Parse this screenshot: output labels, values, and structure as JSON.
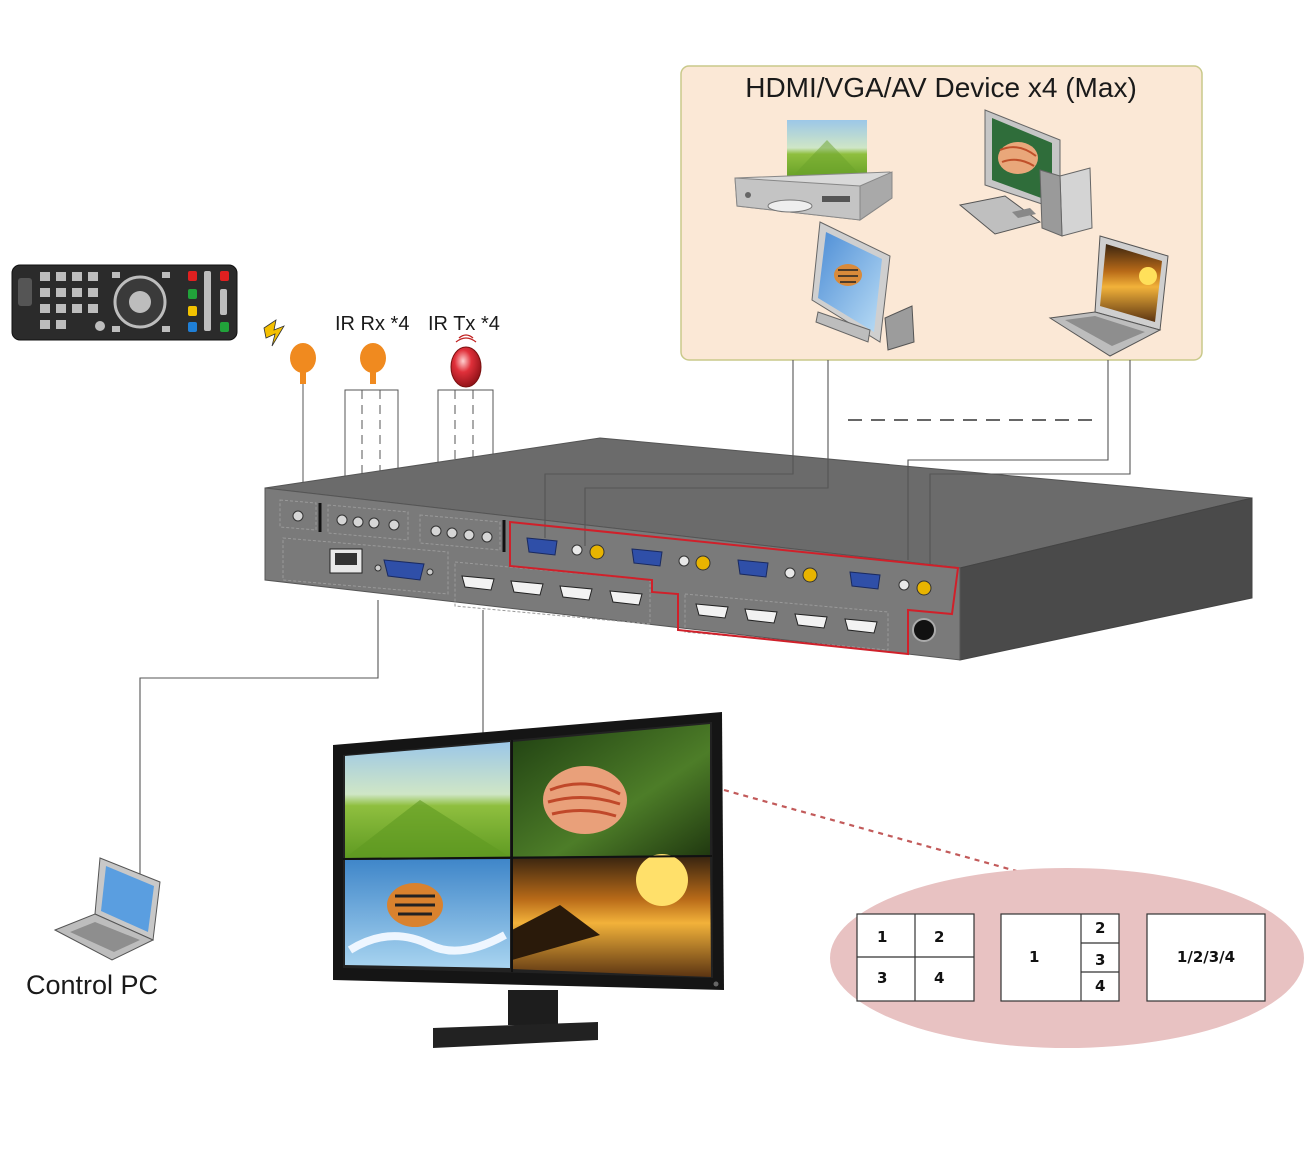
{
  "sources": {
    "title": "HDMI/VGA/AV Device x4 (Max)",
    "devices": [
      "dvd-player",
      "desktop-pc",
      "lcd-monitor",
      "laptop"
    ]
  },
  "ir": {
    "rx_label": "IR Rx *4",
    "tx_label": "IR Tx *4"
  },
  "control": {
    "label": "Control PC"
  },
  "layouts": {
    "quad": [
      "1",
      "2",
      "3",
      "4"
    ],
    "pip": [
      "1",
      "2",
      "3",
      "4"
    ],
    "full": "1/2/3/4"
  },
  "colors": {
    "panel_bg": "#fbe8d6",
    "panel_border": "#c9c98a",
    "chassis": "#6b6b6b",
    "highlight": "#d0202a",
    "ellipse": "#e8c2c2"
  }
}
